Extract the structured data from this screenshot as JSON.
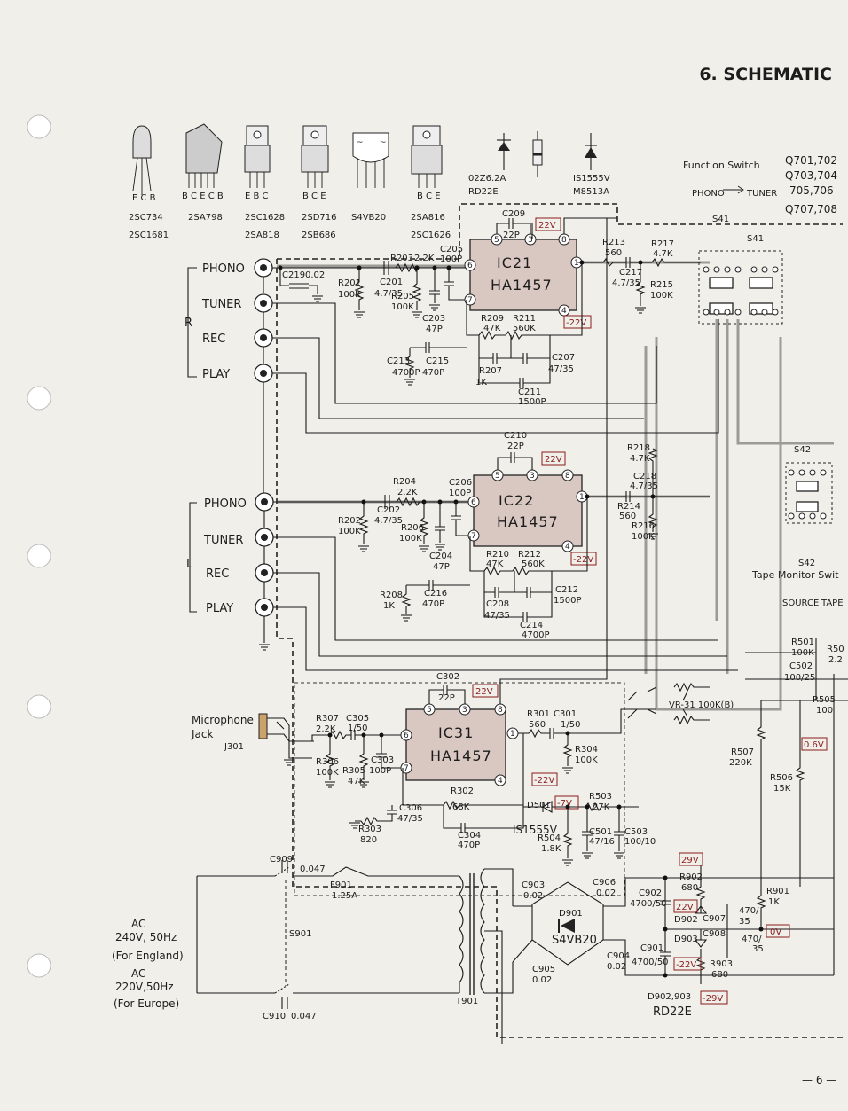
{
  "page": {
    "section_title": "6. SCHEMATIC",
    "page_number": "— 6 —"
  },
  "packages": [
    {
      "pins": "E C B",
      "names": [
        "2SC734",
        "2SC1681"
      ]
    },
    {
      "pins": "B C E C B",
      "names": [
        "2SA798"
      ]
    },
    {
      "pins": "E B C",
      "names": [
        "2SC1628",
        "2SA818"
      ]
    },
    {
      "pins": "B C E",
      "names": [
        "2SD716",
        "2SB686"
      ]
    },
    {
      "pins": "",
      "names": [
        "S4VB20"
      ]
    },
    {
      "pins": "B C E",
      "names": [
        "2SA816",
        "2SC1626"
      ]
    }
  ],
  "diodes": [
    {
      "names": [
        "02Z6.2A",
        "RD22E"
      ]
    },
    {
      "names": [
        "IS1555V",
        "M8513A"
      ]
    }
  ],
  "function_switch": {
    "title": "Function Switch",
    "left": "PHONO",
    "right": "TUNER"
  },
  "transistors": [
    "Q701,702",
    "Q703,704",
    "705,706",
    "Q707,708"
  ],
  "switches": [
    "S41",
    "S41",
    "S42"
  ],
  "tape_monitor": {
    "title": "Tape Monitor Swit",
    "left": "SOURCE",
    "right": "TAPE",
    "ref": "S42"
  },
  "inputs_r": {
    "channel": "R",
    "labels": [
      "PHONO",
      "TUNER",
      "REC",
      "PLAY"
    ]
  },
  "inputs_l": {
    "channel": "L",
    "labels": [
      "PHONO",
      "TUNER",
      "REC",
      "PLAY"
    ]
  },
  "ic21": {
    "ref": "IC21",
    "part": "HA1457",
    "pins": [
      "5",
      "3",
      "6",
      "7",
      "1",
      "4",
      "8"
    ]
  },
  "ic22": {
    "ref": "IC22",
    "part": "HA1457",
    "pins": [
      "5",
      "3",
      "8",
      "6",
      "7",
      "1",
      "4"
    ]
  },
  "ic31": {
    "ref": "IC31",
    "part": "HA1457",
    "pins": [
      "5",
      "3",
      "8",
      "6",
      "7",
      "1",
      "4"
    ]
  },
  "voltages": [
    "22V",
    "-22V",
    "22V",
    "-22V",
    "22V",
    "-22V",
    "-7V",
    "29V",
    "22V",
    "-22V",
    "-29V",
    "0.6V",
    "0V"
  ],
  "components_ch1": [
    {
      "ref": "C219",
      "val": "0.02"
    },
    {
      "ref": "R201",
      "val": "100K"
    },
    {
      "ref": "C201",
      "val": "4.7/35"
    },
    {
      "ref": "R203",
      "val": "2.2K"
    },
    {
      "ref": "R205",
      "val": "100K"
    },
    {
      "ref": "C205",
      "val": "100P"
    },
    {
      "ref": "C203",
      "val": "47P"
    },
    {
      "ref": "C209",
      "val": "22P"
    },
    {
      "ref": "R209",
      "val": "47K"
    },
    {
      "ref": "R211",
      "val": "560K"
    },
    {
      "ref": "R207",
      "val": "1K"
    },
    {
      "ref": "C207",
      "val": "47/35"
    },
    {
      "ref": "C211",
      "val": "1500P"
    },
    {
      "ref": "C213",
      "val": "4700P"
    },
    {
      "ref": "C215",
      "val": "470P"
    },
    {
      "ref": "R213",
      "val": "560"
    },
    {
      "ref": "C217",
      "val": "4.7/35"
    },
    {
      "ref": "R217",
      "val": "4.7K"
    },
    {
      "ref": "R215",
      "val": "100K"
    }
  ],
  "components_ch2": [
    {
      "ref": "R202",
      "val": "100K"
    },
    {
      "ref": "C202",
      "val": "4.7/35"
    },
    {
      "ref": "R204",
      "val": "2.2K"
    },
    {
      "ref": "R206",
      "val": "100K"
    },
    {
      "ref": "C206",
      "val": "100P"
    },
    {
      "ref": "C204",
      "val": "47P"
    },
    {
      "ref": "C210",
      "val": "22P"
    },
    {
      "ref": "R210",
      "val": "47K"
    },
    {
      "ref": "R212",
      "val": "560K"
    },
    {
      "ref": "R208",
      "val": "1K"
    },
    {
      "ref": "C208",
      "val": "47/35"
    },
    {
      "ref": "C212",
      "val": "1500P"
    },
    {
      "ref": "C214",
      "val": "4700P"
    },
    {
      "ref": "C216",
      "val": "470P"
    },
    {
      "ref": "R218",
      "val": "4.7K"
    },
    {
      "ref": "C218",
      "val": "4.7/35"
    },
    {
      "ref": "R214",
      "val": "560"
    },
    {
      "ref": "R216",
      "val": "100K"
    }
  ],
  "mic": {
    "title": "Microphone",
    "sub": "Jack",
    "ref": "J301",
    "parts": [
      {
        "ref": "R307",
        "val": "2.2K"
      },
      {
        "ref": "C305",
        "val": "1/50"
      },
      {
        "ref": "R306",
        "val": "100K"
      },
      {
        "ref": "R305",
        "val": "47K"
      },
      {
        "ref": "C303",
        "val": "100P"
      },
      {
        "ref": "C302",
        "val": "22P"
      },
      {
        "ref": "R302",
        "val": "68K"
      },
      {
        "ref": "C306",
        "val": "47/35"
      },
      {
        "ref": "R303",
        "val": "820"
      },
      {
        "ref": "C304",
        "val": "470P"
      },
      {
        "ref": "R301",
        "val": "560"
      },
      {
        "ref": "C301",
        "val": "1/50"
      },
      {
        "ref": "R304",
        "val": "100K"
      }
    ],
    "volume": "VR-31 100K(B)"
  },
  "right_side": [
    {
      "ref": "R501",
      "val": "100K"
    },
    {
      "ref": "C502",
      "val": "100/25"
    },
    {
      "ref": "R505",
      "val": "100"
    },
    {
      "ref": "R507",
      "val": "220K"
    },
    {
      "ref": "R506",
      "val": "15K"
    },
    {
      "ref": "R901",
      "val": "1K"
    },
    {
      "ref": "R50",
      "val": "2.2"
    }
  ],
  "power": {
    "d501": "D501",
    "d501_part": "IS1555V",
    "r503": "R503",
    "r503_val": "27K",
    "r504": "R504",
    "r504_val": "1.8K",
    "c501": "C501",
    "c501_val": "47/16",
    "c503": "C503",
    "c503_val": "100/10",
    "c909": "C909",
    "c909_val": "0.047",
    "f901": "F901",
    "f901_val": "1.25A",
    "c910": "C910",
    "c910_val": "0.047",
    "s901": "S901",
    "t901": "T901",
    "ac1": [
      "AC",
      "240V, 50Hz",
      "(For England)"
    ],
    "ac2": [
      "AC",
      "220V,50Hz",
      "(For Europe)"
    ],
    "d901": "D901",
    "d901_part": "S4VB20",
    "c903": "C903",
    "c903_val": "0.02",
    "c906": "C906",
    "c906_val": "0.02",
    "c905": "C905",
    "c905_val": "0.02",
    "c904": "C904",
    "c904_val": "0.02",
    "c902": "C902",
    "c902_val": "4700/50",
    "c901": "C901",
    "c901_val": "4700/50",
    "r902": "R902",
    "r902_val": "680",
    "r903": "R903",
    "r903_val": "680",
    "d902": "D902",
    "d903": "D903",
    "c907": "C907",
    "c908": "C908",
    "cap470a": "470/",
    "cap470a2": "35",
    "cap470b": "470/",
    "cap470b2": "35",
    "d_pair": "D902,903",
    "d_part": "RD22E"
  }
}
